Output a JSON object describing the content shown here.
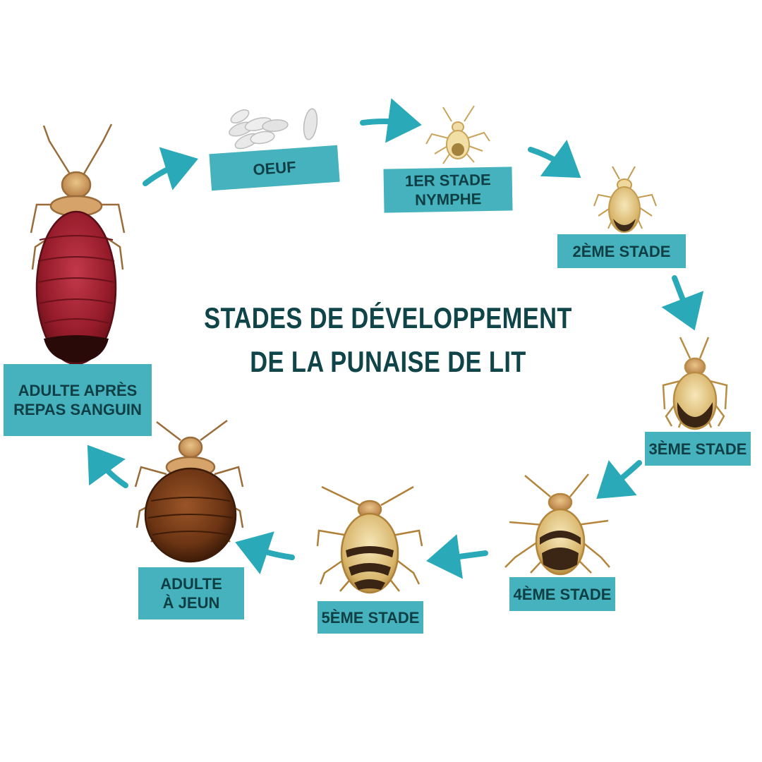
{
  "title": {
    "line1": "STADES DE DÉVELOPPEMENT",
    "line2": "DE LA PUNAISE DE LIT"
  },
  "stages": [
    {
      "lines": [
        "OEUF"
      ]
    },
    {
      "lines": [
        "1ER STADE",
        "NYMPHE"
      ]
    },
    {
      "lines": [
        "2ÈME STADE"
      ]
    },
    {
      "lines": [
        "3ÈME STADE"
      ]
    },
    {
      "lines": [
        "4ÈME STADE"
      ]
    },
    {
      "lines": [
        "5ÈME STADE"
      ]
    },
    {
      "lines": [
        "ADULTE",
        "À JEUN"
      ]
    },
    {
      "lines": [
        "ADULTE APRÈS",
        "REPAS SANGUIN"
      ]
    }
  ],
  "colors": {
    "label_bg": "#45b2bd",
    "label_text": "#0f3e44",
    "arrow": "#2aaab8",
    "title": "#0f4449",
    "nymph_light": "#f1dfa6",
    "nymph_mid": "#d9b468",
    "adult_brown": "#6b3414",
    "engorged_red": "#9c1e2b"
  }
}
